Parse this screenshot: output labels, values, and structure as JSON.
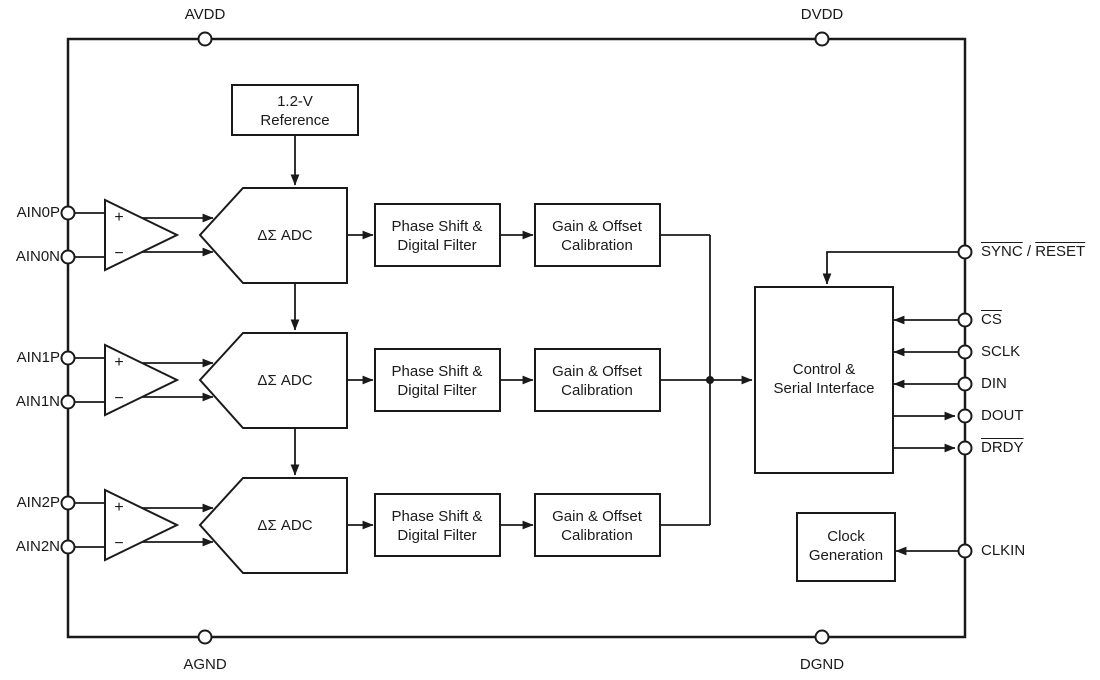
{
  "diagram": {
    "power_pins": {
      "avdd": "AVDD",
      "dvdd": "DVDD",
      "agnd": "AGND",
      "dgnd": "DGND"
    },
    "analog_input_pins": [
      "AIN0P",
      "AIN0N",
      "AIN1P",
      "AIN1N",
      "AIN2P",
      "AIN2N"
    ],
    "digital_pins": {
      "sync": "SYNC",
      "sync_reset_separator": " / ",
      "reset": "RESET",
      "cs": "CS",
      "sclk": "SCLK",
      "din": "DIN",
      "dout": "DOUT",
      "drdy": "DRDY",
      "clkin": "CLKIN"
    },
    "blocks": {
      "reference": {
        "line1": "1.2-V",
        "line2": "Reference"
      },
      "adc_label": "ΔΣ ADC",
      "filter": {
        "line1": "Phase Shift &",
        "line2": "Digital Filter"
      },
      "calibration": {
        "line1": "Gain & Offset",
        "line2": "Calibration"
      },
      "control": {
        "line1": "Control &",
        "line2": "Serial Interface"
      },
      "clock": {
        "line1": "Clock",
        "line2": "Generation"
      }
    },
    "amplifier": {
      "plus": "+",
      "minus": "−"
    },
    "colors": {
      "line": "#1a1a1a",
      "background": "#ffffff"
    }
  }
}
